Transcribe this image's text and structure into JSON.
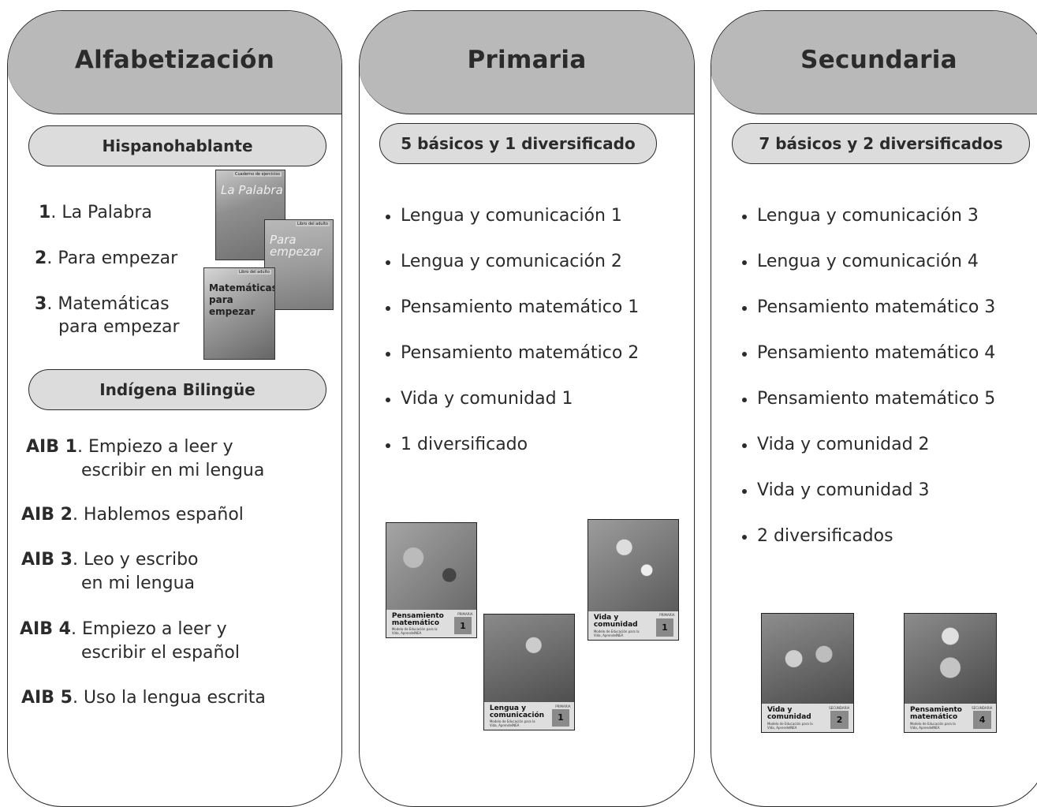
{
  "columns": [
    {
      "title": "Alfabetización",
      "sections": [
        {
          "heading": "Hispanohablante",
          "items": [
            {
              "num": "1",
              "text": "La Palabra"
            },
            {
              "num": "2",
              "text": "Para empezar"
            },
            {
              "num": "3",
              "text_line1": "Matemáticas",
              "text_line2": "para empezar"
            }
          ]
        },
        {
          "heading": "Indígena Bilingüe",
          "items": [
            {
              "label": "AIB 1",
              "line1": "Empiezo a leer y",
              "line2": "escribir en mi lengua"
            },
            {
              "label": "AIB 2",
              "line1": "Hablemos español"
            },
            {
              "label": "AIB 3",
              "line1": "Leo y escribo",
              "line2": "en mi lengua"
            },
            {
              "label": "AIB 4",
              "line1": "Empiezo a leer y",
              "line2": "escribir el español"
            },
            {
              "label": "AIB 5",
              "line1": "Uso la lengua escrita"
            }
          ]
        }
      ],
      "covers": [
        {
          "top": "Cuaderno de ejercicios",
          "title": "La Palabra"
        },
        {
          "top": "Libro del adulto",
          "title": "Para empezar"
        },
        {
          "top": "Libro del adulto",
          "title": "Matemáticas para empezar"
        }
      ]
    },
    {
      "title": "Primaria",
      "subtitle": "5 básicos y 1 diversificado",
      "items": [
        "Lengua y comunicación 1",
        "Lengua y comunicación 2",
        "Pensamiento matemático 1",
        "Pensamiento matemático 2",
        "Vida y comunidad 1",
        "1 diversificado"
      ],
      "books": [
        {
          "title": "Pensamiento matemático",
          "level": "PRIMARIA",
          "number": "1",
          "subtitle": "Modelo de Educación para la Vida, AprendeINEA"
        },
        {
          "title": "Lengua y comunicación",
          "level": "PRIMARIA",
          "number": "1",
          "subtitle": "Modelo de Educación para la Vida, AprendeINEA"
        },
        {
          "title": "Vida y comunidad",
          "level": "PRIMARIA",
          "number": "1",
          "subtitle": "Modelo de Educación para la Vida, AprendeINEA"
        }
      ]
    },
    {
      "title": "Secundaria",
      "subtitle": "7 básicos y 2 diversificados",
      "items": [
        "Lengua y comunicación 3",
        "Lengua y comunicación 4",
        "Pensamiento matemático 3",
        "Pensamiento matemático 4",
        "Pensamiento matemático 5",
        "Vida y comunidad 2",
        "Vida y comunidad 3",
        "2 diversificados"
      ],
      "books": [
        {
          "title": "Vida y comunidad",
          "level": "SECUNDARIA",
          "number": "2",
          "subtitle": "Modelo de Educación para la Vida, AprendeINEA"
        },
        {
          "title": "Pensamiento matemático",
          "level": "SECUNDARIA",
          "number": "4",
          "subtitle": "Modelo de Educación para la Vida, AprendeINEA"
        }
      ]
    }
  ]
}
